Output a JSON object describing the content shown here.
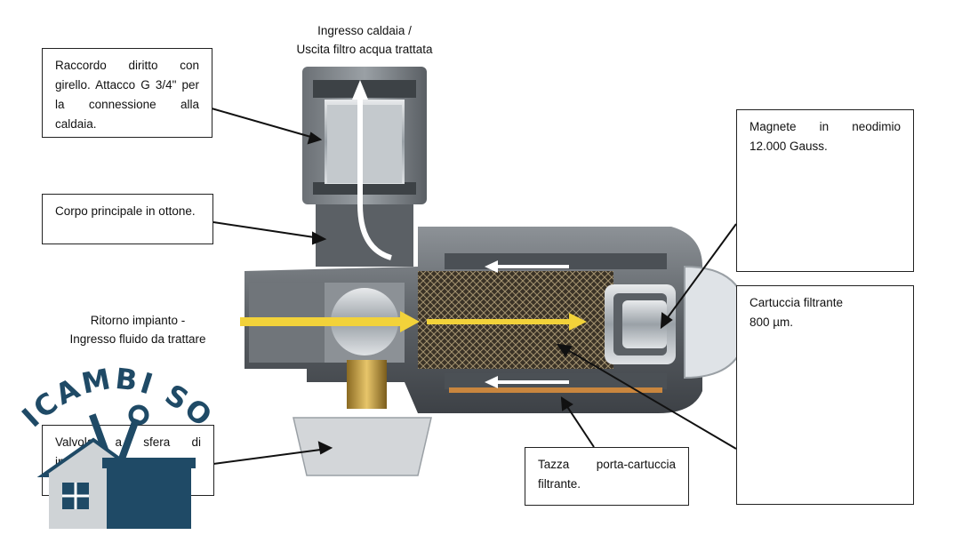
{
  "title_top": {
    "line1": "Ingresso caldaia /",
    "line2": "Uscita filtro acqua trattata"
  },
  "labels": {
    "raccordo": "Raccordo diritto con girello. Attacco G 3/4\" per la connessione alla caldaia.",
    "corpo": "Corpo principale in ottone.",
    "ritorno_line1": "Ritorno impianto -",
    "ritorno_line2": "Ingresso fluido da trattare",
    "valvola": "Valvola a sfera di intercettazione.",
    "magnete": "Magnete in neodimio 12.000 Gauss.",
    "cartuccia_line1": "Cartuccia filtrante",
    "cartuccia_line2": "800 µm.",
    "tazza": "Tazza porta-cartuccia filtrante."
  },
  "logo": {
    "text": "RICAMBI SOS"
  },
  "colors": {
    "logo_blue": "#1f4a66",
    "flow_yellow": "#f2d23a",
    "body_grey": "#5e6369",
    "brass": "#c9a24a"
  }
}
